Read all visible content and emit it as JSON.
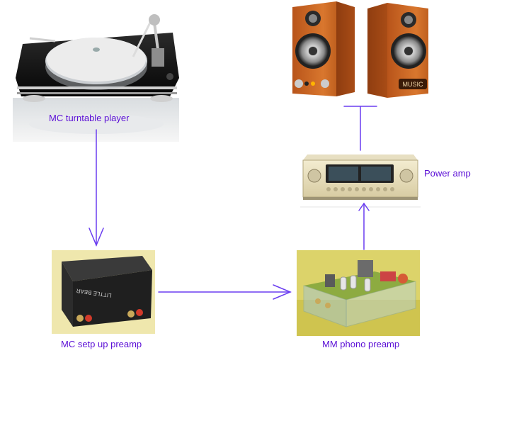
{
  "nodes": {
    "turntable": {
      "label": "MC turntable player",
      "icon": "turntable-icon"
    },
    "stepup": {
      "label": "MC setp up preamp",
      "icon": "step-up-preamp-icon",
      "device_text": "LITTLE BEAR"
    },
    "phono": {
      "label": "MM phono preamp",
      "icon": "tube-phono-preamp-icon"
    },
    "amp": {
      "label": "Power amp",
      "icon": "power-amplifier-icon"
    },
    "speakers": {
      "label": "",
      "icon": "speakers-icon",
      "device_text": "MUSIC"
    }
  },
  "colors": {
    "arrow": "#6a3df0",
    "label": "#5b0fd6"
  }
}
